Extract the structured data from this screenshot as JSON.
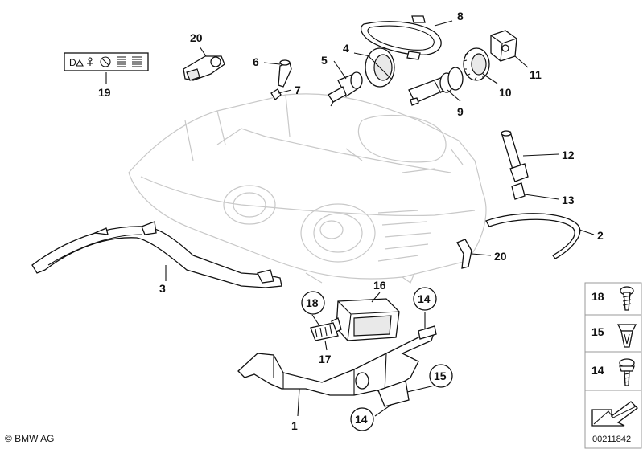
{
  "diagram": {
    "part_labels": {
      "p1": "1",
      "p2": "2",
      "p3": "3",
      "p4": "4",
      "p5": "5",
      "p6": "6",
      "p7": "7",
      "p8": "8",
      "p9": "9",
      "p10": "10",
      "p11": "11",
      "p12": "12",
      "p13": "13",
      "p14a": "14",
      "p14b": "14",
      "p15": "15",
      "p16": "16",
      "p17": "17",
      "p18": "18",
      "p19": "19",
      "p20a": "20",
      "p20b": "20"
    },
    "legend": {
      "p18": "18",
      "p15": "15",
      "p14": "14"
    },
    "copyright": "© BMW AG",
    "diagram_number": "00211842",
    "label_19_glyph": "D"
  }
}
